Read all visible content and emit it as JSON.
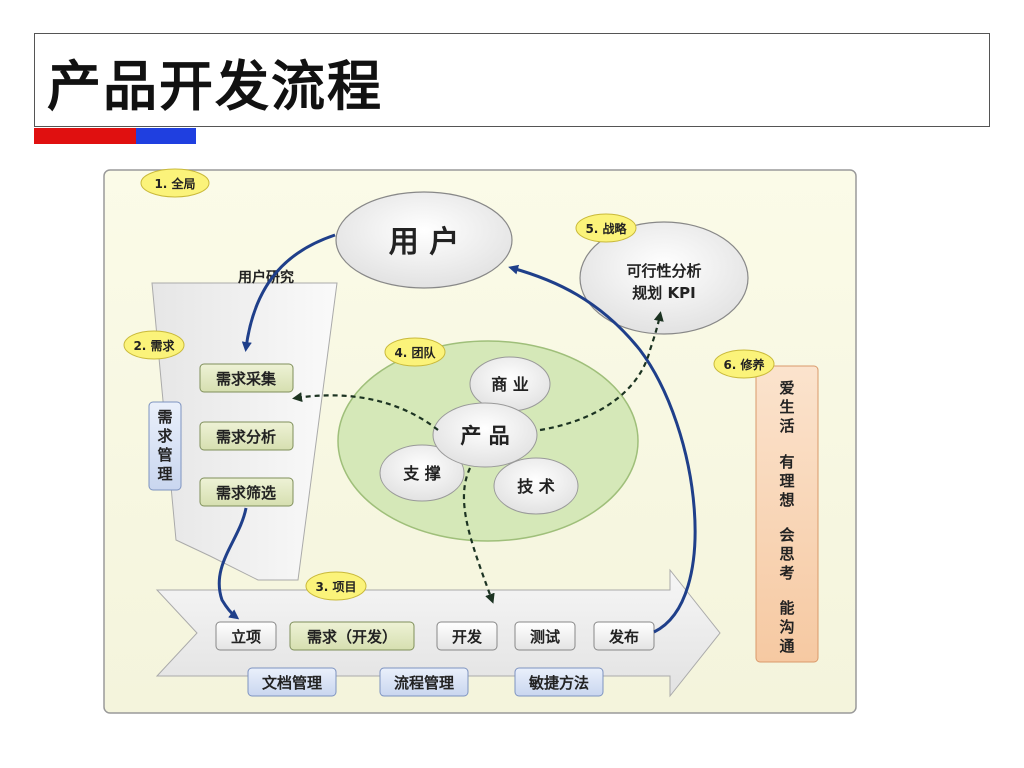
{
  "page": {
    "title": "产品开发流程",
    "accent_red": "#e01010",
    "accent_blue": "#1f3fe0"
  },
  "diagram": {
    "badges": {
      "global": "1. 全局",
      "demand": "2. 需求",
      "project": "3. 项目",
      "team": "4. 团队",
      "strategy": "5. 战略",
      "cultivation": "6. 修养"
    },
    "user": "用 户",
    "user_research": "用户研究",
    "strategy_lines": [
      "可行性分析",
      "规划  KPI"
    ],
    "demand_steps": [
      "需求采集",
      "需求分析",
      "需求筛选"
    ],
    "demand_mgmt": "需求管理",
    "team": {
      "product": "产 品",
      "business": "商 业",
      "support": "支 撑",
      "tech": "技 术"
    },
    "project_steps": [
      "立项",
      "需求（开发）",
      "开发",
      "测试",
      "发布"
    ],
    "project_methods": [
      "文档管理",
      "流程管理",
      "敏捷方法"
    ],
    "cultivation_lines": [
      "爱生活",
      "有理想",
      "会思考",
      "能沟通"
    ]
  }
}
